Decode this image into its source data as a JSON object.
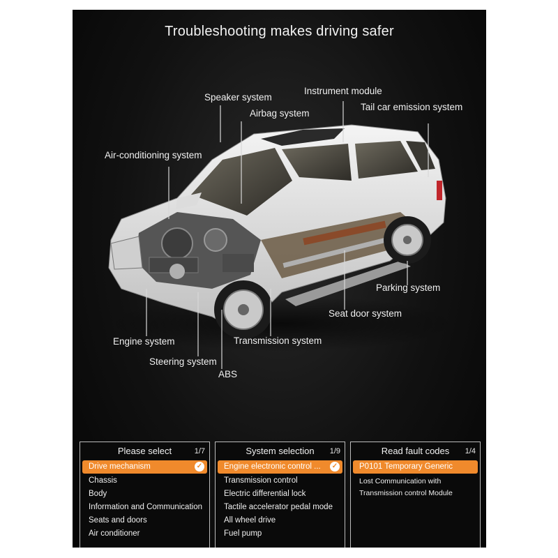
{
  "headline": "Troubleshooting makes driving safer",
  "labels": {
    "speaker": "Speaker system",
    "instrument": "Instrument module",
    "airbag": "Airbag system",
    "tail": "Tail car emission system",
    "aircon": "Air-conditioning system",
    "parking": "Parking system",
    "seatdoor": "Seat door system",
    "engine": "Engine system",
    "transmission": "Transmission system",
    "steering": "Steering system",
    "abs": "ABS"
  },
  "panels": {
    "please_select": {
      "title": "Please select",
      "count": "1/7",
      "selected": "Drive mechanism",
      "items": [
        "Chassis",
        "Body",
        "Information and Communication",
        "Seats and doors",
        "Air conditioner"
      ]
    },
    "system_selection": {
      "title": "System selection",
      "count": "1/9",
      "selected": "Engine electronic control ...",
      "items": [
        "Transmission control",
        "Electric differential lock",
        "Tactile accelerator pedal mode",
        "All wheel drive",
        "Fuel pump"
      ]
    },
    "fault_codes": {
      "title": "Read fault codes",
      "count": "1/4",
      "selected": "P0101 Temporary Generic",
      "description": [
        "Lost Communication with",
        "Transmission control Module"
      ]
    }
  },
  "colors": {
    "accent": "#f08a2c",
    "background": "#111111",
    "border": "#bdbdbd"
  },
  "icons": {
    "check": "check-circle-icon"
  }
}
